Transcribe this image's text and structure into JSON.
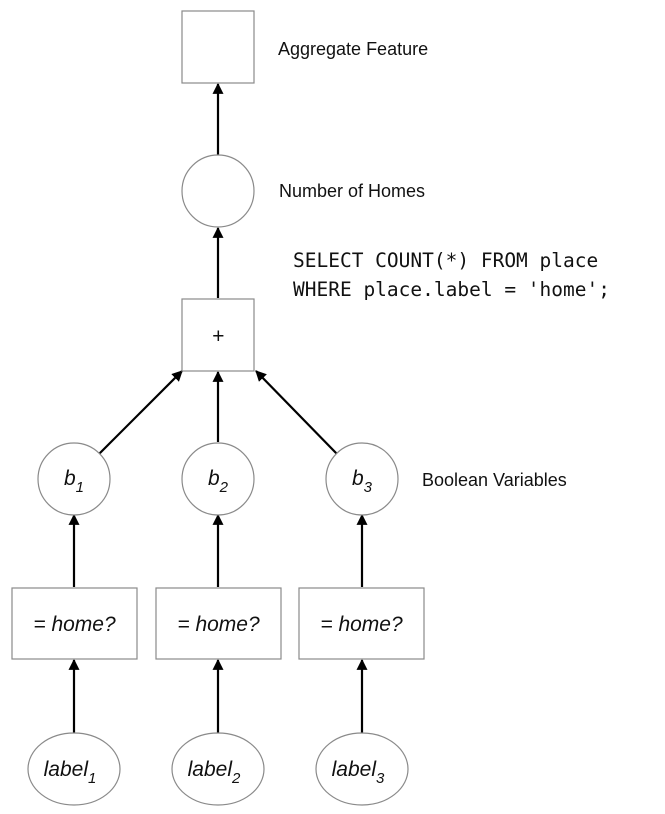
{
  "aggregate_node": {
    "label": "Aggregate Feature"
  },
  "count_node": {
    "label": "Number of Homes"
  },
  "sum_node": {
    "symbol": "+"
  },
  "sql": {
    "line1": "SELECT COUNT(*) FROM place",
    "line2": "WHERE place.label = 'home';"
  },
  "boolean_vars": {
    "label": "Boolean Variables",
    "items": [
      {
        "base": "b",
        "sub": "1"
      },
      {
        "base": "b",
        "sub": "2"
      },
      {
        "base": "b",
        "sub": "3"
      }
    ]
  },
  "checks": [
    {
      "text": "= home?"
    },
    {
      "text": "= home?"
    },
    {
      "text": "= home?"
    }
  ],
  "inputs": [
    {
      "base": "label",
      "sub": "1"
    },
    {
      "base": "label",
      "sub": "2"
    },
    {
      "base": "label",
      "sub": "3"
    }
  ]
}
